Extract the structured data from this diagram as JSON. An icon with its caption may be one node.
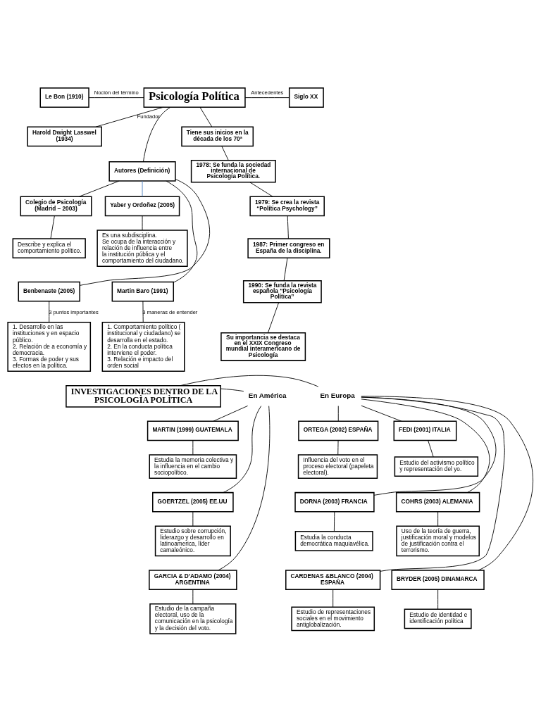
{
  "diagram": {
    "nodes": [
      {
        "text": [
          "Psicología Política"
        ]
      },
      {
        "text": [
          "Le Bon (1910)"
        ]
      },
      {
        "text": [
          "Harold Dwight Lasswel (1934)"
        ]
      },
      {
        "text": [
          "Siglo XX"
        ]
      },
      {
        "text": [
          "Autores (Definición)"
        ]
      },
      {
        "text": [
          "Tiene sus inicios en la década de los 70ª"
        ]
      },
      {
        "text": [
          "Yaber y Ordoñez (2005)"
        ]
      },
      {
        "text": [
          "Colegio de Psicología (Madrid – 2003)"
        ]
      },
      {
        "text": [
          "Es una subdisciplina.",
          "Se ocupa de la interacción y relación de influencia entre la institución pública y el comportamiento del ciudadano."
        ]
      },
      {
        "text": [
          "Describe y explica el comportamiento político."
        ]
      },
      {
        "text": [
          "1978: Se funda la sociedad internacional de Psicología Política."
        ]
      },
      {
        "text": [
          "1979: Se crea la revista “Política Psychology”"
        ]
      },
      {
        "text": [
          "1987: Primer congreso en España de la disciplina."
        ]
      },
      {
        "text": [
          "1990: Se funda la revista española “Psicología Política”"
        ]
      },
      {
        "text": [
          "Su importancia se destaca en el XXIX Congreso mundial interamericano de Psicología"
        ]
      },
      {
        "text": [
          "Martin Baro (1991)"
        ]
      },
      {
        "text": [
          "Benbenaste (2005)"
        ]
      },
      {
        "text": [
          "1. Comportamiento político ( institucional y ciudadano) se desarrolla en el estado.",
          "2. En la conducta política interviene el poder.",
          "3. Relación e impacto del orden social"
        ]
      },
      {
        "text": [
          "1. Desarrollo en las instituciones y en espacio público.",
          "2. Relación de a economía y democracia.",
          "3. Formas de poder y sus efectos en la política."
        ]
      },
      {
        "text": [
          "INVESTIGACIONES DENTRO DE LA PSICOLOGÌA POLÌTICA"
        ]
      },
      {
        "text": [
          "En América"
        ]
      },
      {
        "text": [
          "En Europa"
        ]
      },
      {
        "text": [
          "MARTIN (1999) GUATEMALA"
        ]
      },
      {
        "text": [
          "Estudia la memoria colectiva y la influencia en el cambio sociopolítico."
        ]
      },
      {
        "text": [
          "GOERTZEL (2005) EE.UU"
        ]
      },
      {
        "text": [
          "Estudio sobre corrupción, liderazgo y desarrollo en latinoamerica, líder camaleónico."
        ]
      },
      {
        "text": [
          "GARCIA & D’ADAMO (2004) ARGENTINA"
        ]
      },
      {
        "text": [
          "Estudio de la campaña electoral, uso de la comunicación en la psicología y la decisión del voto."
        ]
      },
      {
        "text": [
          "FEDI (2001) ITALIA"
        ]
      },
      {
        "text": [
          "ORTEGA (2002) ESPAÑA"
        ]
      },
      {
        "text": [
          "Estudio del activismo político y representación del yo."
        ]
      },
      {
        "text": [
          "Influencia del voto en el proceso electoral (papeleta electoral)."
        ]
      },
      {
        "text": [
          "COHRS (2003) ALEMANIA"
        ]
      },
      {
        "text": [
          "DORNA (2003) FRANCIA"
        ]
      },
      {
        "text": [
          "Uso de la teoría de guerra, justificación moral y modelos de justificación contra el terrorismo."
        ]
      },
      {
        "text": [
          "Estudia la conducta democrática maquiavélica."
        ]
      },
      {
        "text": [
          "CARDENAS &BLANCO (2004) ESPAÑA"
        ]
      },
      {
        "text": [
          "BRYDER (2005) DINAMARCA"
        ]
      },
      {
        "text": [
          "Estudio de identidad e identificación política"
        ]
      },
      {
        "text": [
          "Estudio de representaciones sociales en el movimiento antiglobalización."
        ]
      }
    ],
    "edges": [
      {
        "from": 1,
        "to": 0,
        "arrow": "none",
        "label": "Noción del término"
      },
      {
        "from": 2,
        "to": 0,
        "arrow": "none",
        "label": "Fundador"
      },
      {
        "from": 0,
        "to": 3,
        "arrow": "none",
        "label": "Antecedentes"
      },
      {
        "from": 0,
        "to": 4,
        "arrow": "none"
      },
      {
        "from": 0,
        "to": 5,
        "arrow": "none"
      },
      {
        "from": 4,
        "to": 6,
        "arrow": "none",
        "color": "#4f81bd"
      },
      {
        "from": 4,
        "to": 7,
        "arrow": "none"
      },
      {
        "from": 4,
        "to": 15,
        "arrow": "none"
      },
      {
        "from": 4,
        "to": 16,
        "arrow": "none"
      },
      {
        "from": 6,
        "to": 8,
        "arrow": "none"
      },
      {
        "from": 7,
        "to": 9,
        "arrow": "none"
      },
      {
        "from": 5,
        "to": 10,
        "arrow": "none"
      },
      {
        "from": 10,
        "to": 11,
        "arrow": "none"
      },
      {
        "from": 11,
        "to": 12,
        "arrow": "none"
      },
      {
        "from": 12,
        "to": 13,
        "arrow": "none"
      },
      {
        "from": 13,
        "to": 14,
        "arrow": "none"
      },
      {
        "from": 15,
        "to": 17,
        "arrow": "none",
        "label": "3 maneras de entender"
      },
      {
        "from": 16,
        "to": 18,
        "arrow": "none",
        "label": "3 puntos importantes"
      },
      {
        "from": 19,
        "to": 20,
        "arrow": "none"
      },
      {
        "from": 19,
        "to": 21,
        "arrow": "none"
      },
      {
        "from": 20,
        "to": 22,
        "arrow": "none"
      },
      {
        "from": 20,
        "to": 24,
        "arrow": "none"
      },
      {
        "from": 20,
        "to": 26,
        "arrow": "none"
      },
      {
        "from": 22,
        "to": 23,
        "arrow": "none"
      },
      {
        "from": 24,
        "to": 25,
        "arrow": "none"
      },
      {
        "from": 26,
        "to": 27,
        "arrow": "none"
      },
      {
        "from": 21,
        "to": 28,
        "arrow": "none"
      },
      {
        "from": 21,
        "to": 29,
        "arrow": "none"
      },
      {
        "from": 21,
        "to": 32,
        "arrow": "none"
      },
      {
        "from": 21,
        "to": 33,
        "arrow": "none"
      },
      {
        "from": 21,
        "to": 36,
        "arrow": "none"
      },
      {
        "from": 21,
        "to": 37,
        "arrow": "none"
      },
      {
        "from": 28,
        "to": 30,
        "arrow": "none"
      },
      {
        "from": 29,
        "to": 31,
        "arrow": "none"
      },
      {
        "from": 32,
        "to": 34,
        "arrow": "none"
      },
      {
        "from": 33,
        "to": 35,
        "arrow": "none"
      },
      {
        "from": 37,
        "to": 38,
        "arrow": "none"
      },
      {
        "from": 36,
        "to": 39,
        "arrow": "none"
      }
    ]
  }
}
